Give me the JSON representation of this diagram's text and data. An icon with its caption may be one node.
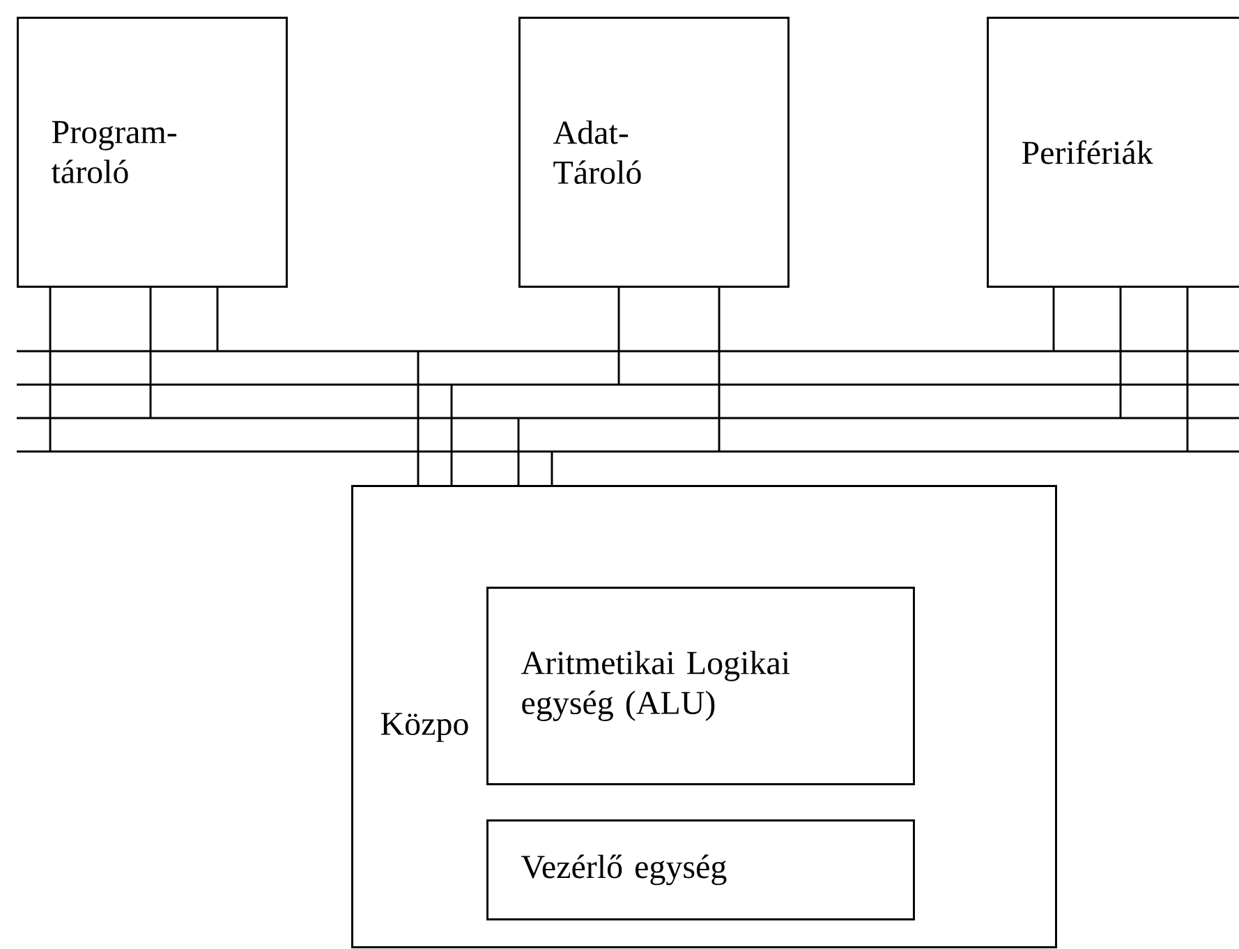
{
  "diagram": {
    "nodes": [
      {
        "text": [
          "Program- tároló"
        ]
      },
      {
        "text": [
          "Adat- Tároló"
        ]
      },
      {
        "text": [
          "Perifériák"
        ]
      },
      {
        "text": [],
        "shape": "bar"
      },
      {
        "text": [],
        "shape": "bar"
      },
      {
        "text": [],
        "shape": "bar"
      },
      {
        "text": [],
        "shape": "bar"
      },
      {
        "text": [
          "Közpo"
        ]
      },
      {
        "text": [
          "Aritmetikai Logikai egység (ALU)"
        ],
        "in": 7
      },
      {
        "text": [
          "Vezérlő egység"
        ],
        "in": 7
      }
    ],
    "edges": [
      {
        "from": 0,
        "to": 6,
        "arrow": "none"
      },
      {
        "from": 0,
        "to": 5,
        "arrow": "none"
      },
      {
        "from": 0,
        "to": 3,
        "arrow": "none"
      },
      {
        "from": 1,
        "to": 4,
        "arrow": "none"
      },
      {
        "from": 1,
        "to": 6,
        "arrow": "none"
      },
      {
        "from": 2,
        "to": 3,
        "arrow": "none"
      },
      {
        "from": 2,
        "to": 5,
        "arrow": "none"
      },
      {
        "from": 2,
        "to": 6,
        "arrow": "none"
      },
      {
        "from": 7,
        "to": 3,
        "arrow": "none"
      },
      {
        "from": 7,
        "to": 4,
        "arrow": "none"
      },
      {
        "from": 7,
        "to": 5,
        "arrow": "none"
      },
      {
        "from": 7,
        "to": 6,
        "arrow": "none"
      }
    ]
  }
}
